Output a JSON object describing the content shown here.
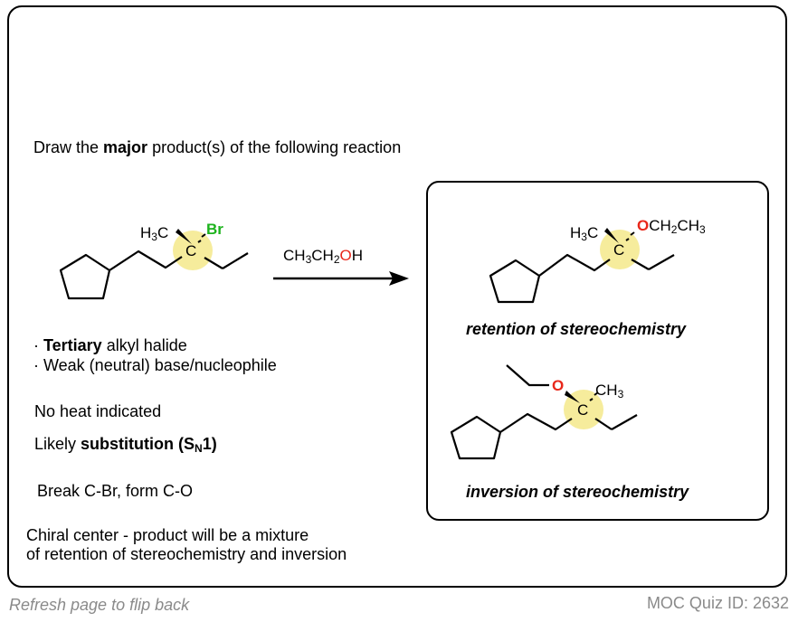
{
  "prompt": {
    "prefix": "Draw the ",
    "bold": "major",
    "suffix": " product(s) of the following reaction"
  },
  "reactant": {
    "name": "cyclopentyl tertiary alkyl bromide",
    "methyl_label": "H3C",
    "leaving_group": "Br",
    "center_label": "C",
    "leaving_group_color": "#1db31d",
    "highlight_color": "#f5e98a"
  },
  "reagent": {
    "parts": [
      "CH",
      "3",
      "CH",
      "2",
      "O",
      "H"
    ],
    "oxygen_color": "#e8271a"
  },
  "notes": {
    "bullet_1_bold": "Tertiary",
    "bullet_1_rest": " alkyl halide",
    "bullet_2": "Weak (neutral) base/nucleophile",
    "heat": "No heat indicated",
    "likely_prefix": "Likely ",
    "likely_bold": "substitution (S",
    "likely_sub": "N",
    "likely_end": "1)",
    "bonds": "Break C-Br, form C-O",
    "chiral_line1": "Chiral center - product will be a mixture",
    "chiral_line2": "of retention of stereochemistry and inversion"
  },
  "products": {
    "retention": {
      "methyl_label": "H3C",
      "ether_o": "O",
      "ether_rest": "CH2CH3",
      "center_label": "C",
      "caption": "retention of stereochemistry"
    },
    "inversion": {
      "ether_o": "O",
      "methyl_label": "CH3",
      "center_label": "C",
      "caption": "inversion of stereochemistry"
    }
  },
  "footer": {
    "left": "Refresh page to flip back",
    "right": "MOC Quiz ID: 2632"
  }
}
